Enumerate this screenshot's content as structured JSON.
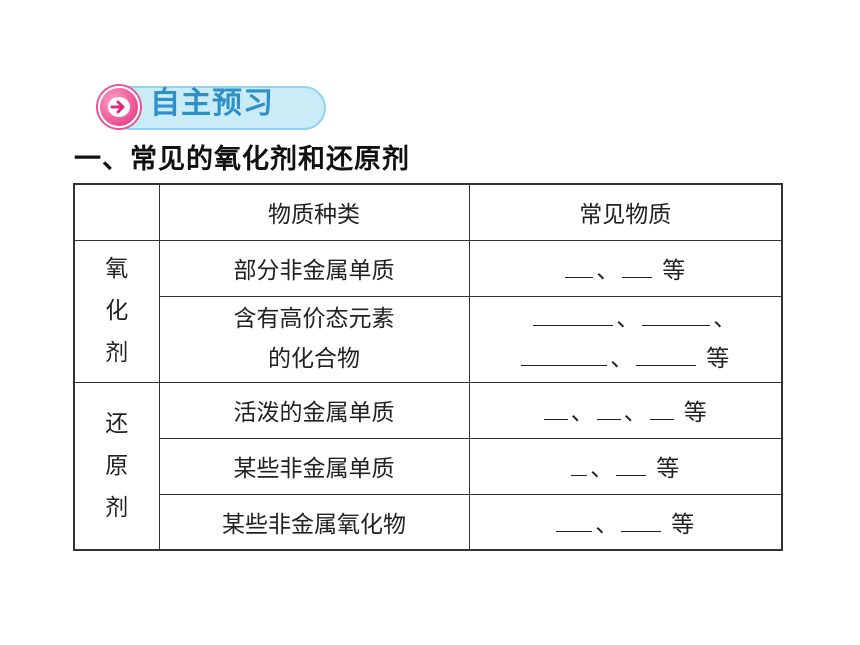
{
  "badge": {
    "text": "自主预习",
    "icon": "arrow-right-icon"
  },
  "heading": "一、常见的氧化剂和还原剂",
  "table": {
    "header": {
      "col2": "物质种类",
      "col3": "常见物质"
    },
    "groups": [
      {
        "label_chars": [
          "氧",
          "化",
          "剂"
        ],
        "rows": [
          {
            "category": "部分非金属单质",
            "suffix": "等"
          },
          {
            "category_lines": [
              "含有高价态元素",
              "的化合物"
            ],
            "suffix": "等"
          }
        ]
      },
      {
        "label_chars": [
          "还",
          "原",
          "剂"
        ],
        "rows": [
          {
            "category": "活泼的金属单质",
            "suffix": "等"
          },
          {
            "category": "某些非金属单质",
            "suffix": "等"
          },
          {
            "category": "某些非金属氧化物",
            "suffix": "等"
          }
        ]
      }
    ],
    "separator": "、"
  },
  "colors": {
    "badge_text": "#2f8fc9",
    "badge_fill": "#c9ecf7",
    "badge_circle": "#e02b7a",
    "border": "#333333"
  }
}
